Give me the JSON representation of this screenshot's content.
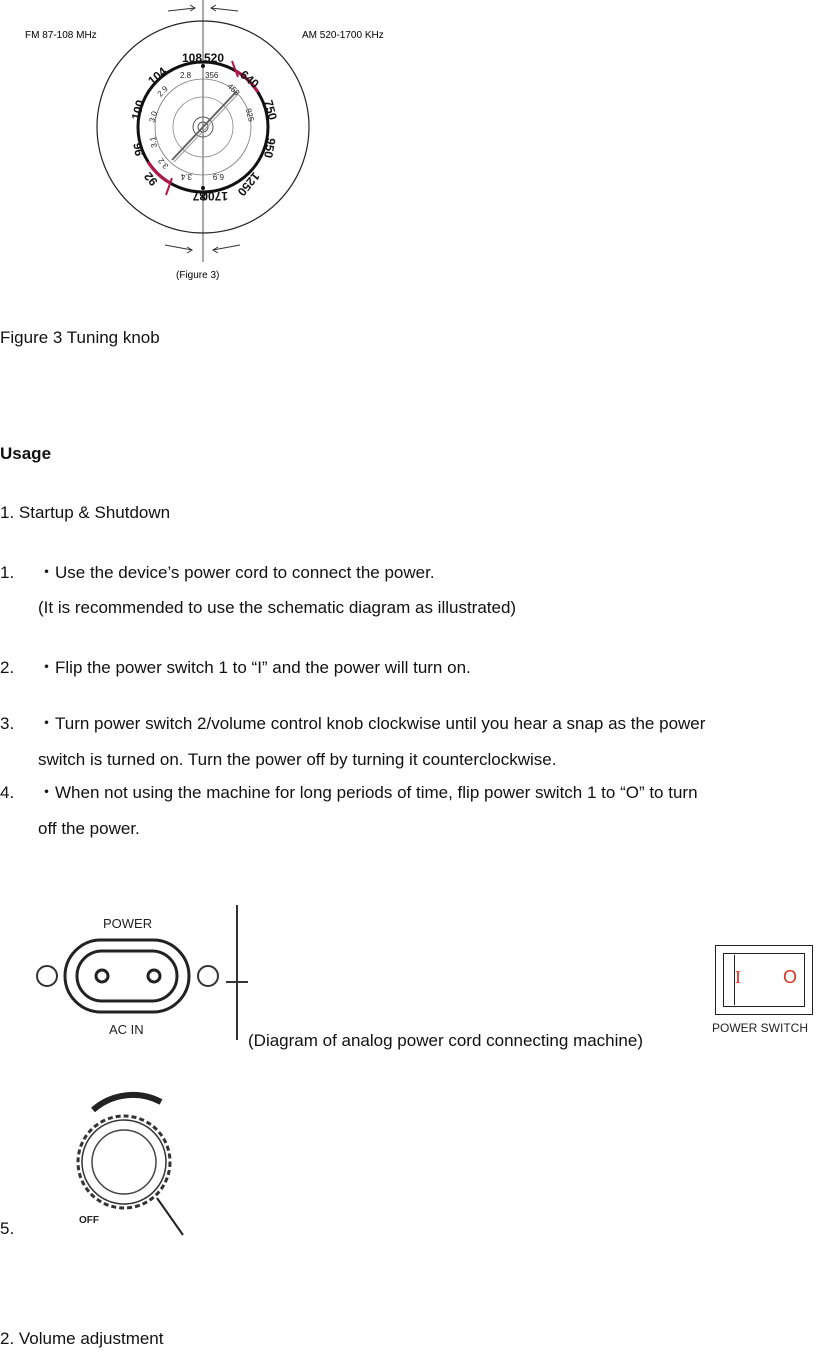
{
  "figure3": {
    "fm_label": "FM 87-108 MHz",
    "am_label": "AM 520-1700 KHz",
    "caption_small": "(Figure 3)",
    "fm_ticks": [
      "108",
      "104",
      "100",
      "96",
      "92",
      "88",
      "87"
    ],
    "am_ticks": [
      "520",
      "640",
      "750",
      "950",
      "1250",
      "1700"
    ],
    "inner_ticks": [
      "2.8",
      "2.9",
      "3.0",
      "3.1",
      "3.2",
      "3.4",
      "356",
      "458",
      "925",
      "6.9"
    ]
  },
  "figure3_caption": "Figure 3 Tuning knob",
  "usage_heading": "Usage",
  "section1_title": "1. Startup & Shutdown",
  "steps": [
    {
      "num": "1.",
      "lines": [
        "・Use the device’s power cord to connect the power.",
        "(It is recommended to use the schematic diagram as illustrated)"
      ]
    },
    {
      "num": "2.",
      "lines": [
        "・Flip the power switch 1 to “I” and the power will turn on."
      ]
    },
    {
      "num": "3.",
      "lines": [
        "・Turn power switch 2/volume control knob clockwise until you hear a snap as the power",
        "switch is turned on. Turn the power off by turning it counterclockwise."
      ]
    },
    {
      "num": "4.",
      "lines": [
        "・When not using the machine for long periods of time, flip power switch 1 to “O” to turn",
        "off the power."
      ]
    }
  ],
  "power_diagram": {
    "power_label": "POWER",
    "ac_label": "AC IN",
    "caption": "(Diagram of analog power cord connecting machine)"
  },
  "power_switch": {
    "on_symbol": "I",
    "off_symbol": "O",
    "label": "POWER SWITCH"
  },
  "knob": {
    "number": "5.",
    "off_label": "OFF"
  },
  "section2_title": "2. Volume adjustment",
  "colors": {
    "accent": "#b0154a",
    "ink": "#111111",
    "switch_red": "#e0301e"
  }
}
